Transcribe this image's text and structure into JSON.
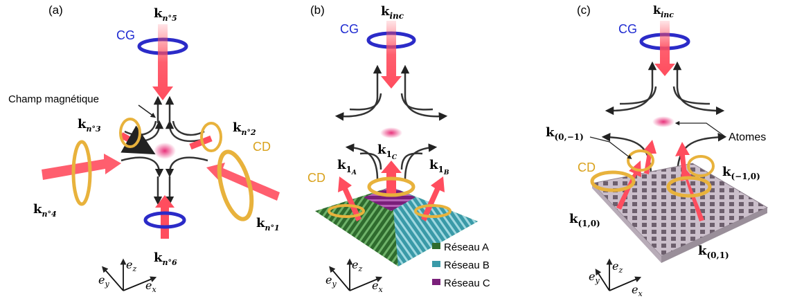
{
  "panels": {
    "a": {
      "tag": "(a)",
      "k5": "k",
      "k5_sub": "n°5",
      "k6": "k",
      "k6_sub": "n°6",
      "k1": "k",
      "k1_sub": "n°1",
      "k2": "k",
      "k2_sub": "n°2",
      "k3": "k",
      "k3_sub": "n°3",
      "k4": "k",
      "k4_sub": "n°4",
      "cg": "CG",
      "cd": "CD",
      "field_label": "Champ magnétique",
      "axes": {
        "ex": "e",
        "ex_sub": "x",
        "ey": "e",
        "ey_sub": "y",
        "ez": "e",
        "ez_sub": "z"
      }
    },
    "b": {
      "tag": "(b)",
      "kinc": "k",
      "kinc_sub": "inc",
      "k1a": "k",
      "k1a_sub": "1",
      "k1a_subsub": "A",
      "k1b": "k",
      "k1b_sub": "1",
      "k1b_subsub": "B",
      "k1c": "k",
      "k1c_sub": "1",
      "k1c_subsub": "C",
      "cg": "CG",
      "cd": "CD",
      "legend": [
        {
          "label": "Réseau A",
          "color": "#2f6b2e"
        },
        {
          "label": "Réseau B",
          "color": "#3a9aa8"
        },
        {
          "label": "Réseau C",
          "color": "#7a1f7a"
        }
      ],
      "axes": {
        "ex": "e",
        "ex_sub": "x",
        "ey": "e",
        "ey_sub": "y",
        "ez": "e",
        "ez_sub": "z"
      }
    },
    "c": {
      "tag": "(c)",
      "kinc": "k",
      "kinc_sub": "inc",
      "k01m": "k",
      "k01m_sub": "(0,−1)",
      "km10": "k",
      "km10_sub": "(−1,0)",
      "k10": "k",
      "k10_sub": "(1,0)",
      "k01": "k",
      "k01_sub": "(0,1)",
      "cg": "CG",
      "cd": "CD",
      "atoms_label": "Atomes",
      "axes": {
        "ex": "e",
        "ex_sub": "x",
        "ey": "e",
        "ey_sub": "y",
        "ez": "e",
        "ez_sub": "z"
      }
    }
  },
  "colors": {
    "beam": "#ff4d5e",
    "cg_ring": "#2b2bc8",
    "cd_ring": "#e8b23c",
    "cg_text": "#1f2bd1",
    "cd_text": "#d9a21d",
    "field": "#333333",
    "atoms": "#e8327a",
    "grating_c": "#a89aa8"
  }
}
